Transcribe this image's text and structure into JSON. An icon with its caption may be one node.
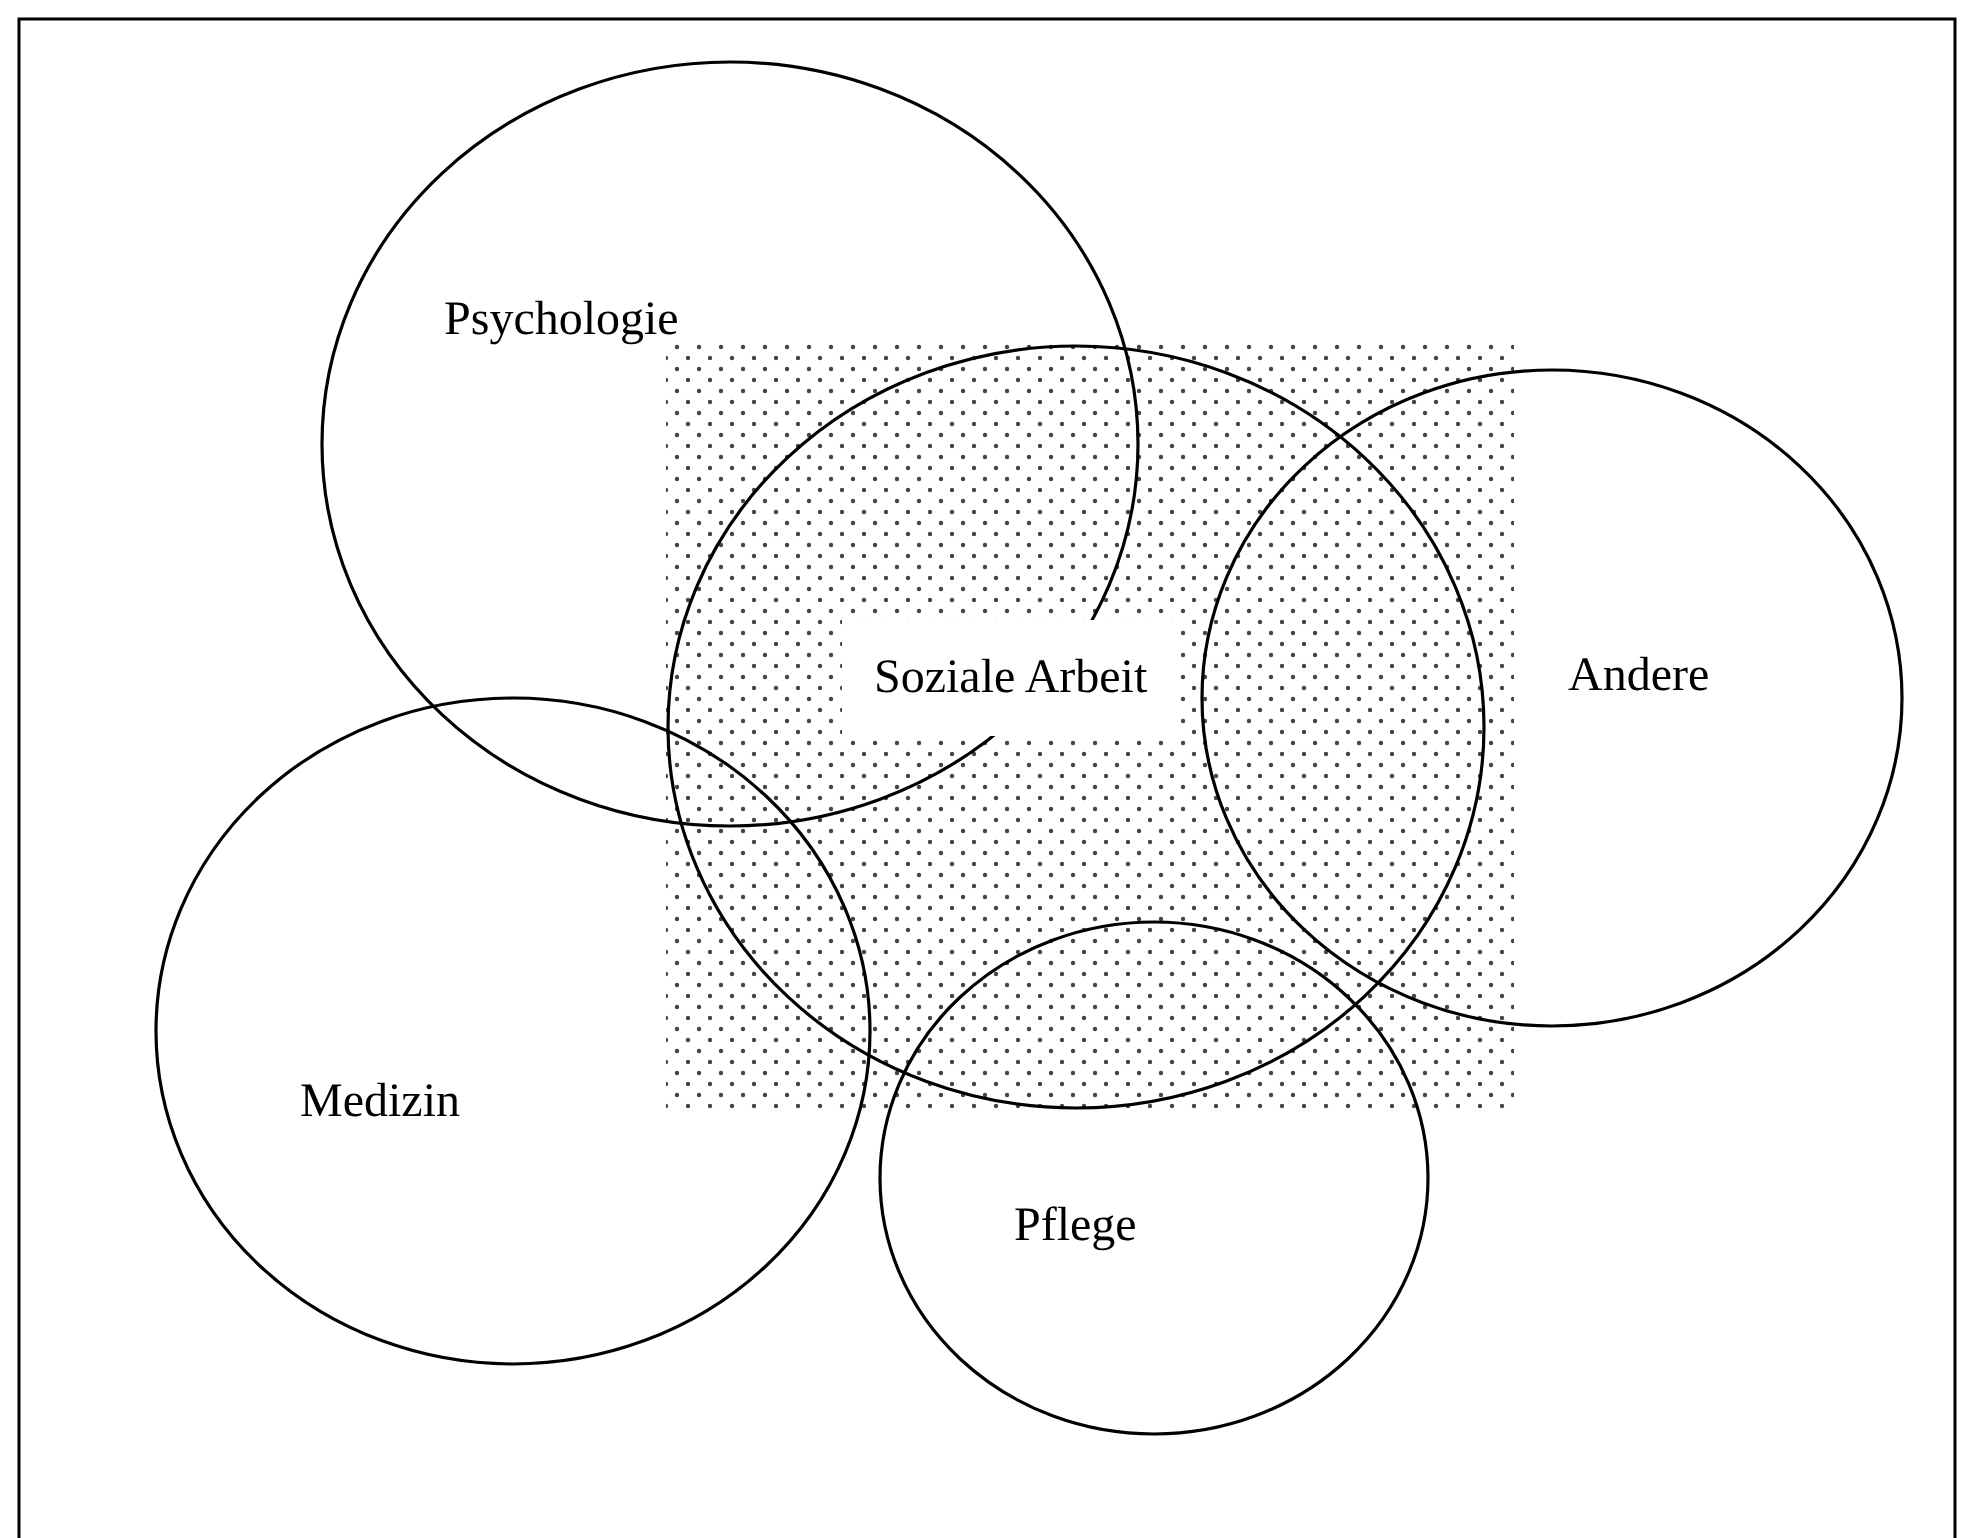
{
  "diagram": {
    "nodes": [
      {
        "text": [
          "Psychologie"
        ]
      },
      {
        "text": [
          "Soziale Arbeit"
        ]
      },
      {
        "text": [
          "Andere"
        ]
      },
      {
        "text": [
          "Medizin"
        ]
      },
      {
        "text": [
          "Pflege"
        ]
      }
    ]
  }
}
